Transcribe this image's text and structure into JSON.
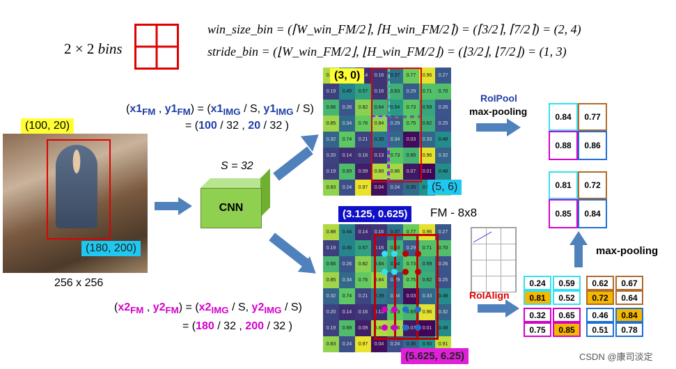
{
  "bins": {
    "label": "2 × 2",
    "label_italic": "bins"
  },
  "formulas": {
    "win_size": "win_size_bin = (⌈W_win_FM/2⌉, ⌈H_win_FM/2⌉) = (⌈3/2⌉, ⌈7/2⌉) = (2, 4)",
    "stride": "stride_bin = (⌊W_win_FM/2⌋, ⌊H_win_FM/2⌋) = (⌊3/2⌋, ⌊7/2⌋) = (1, 3)"
  },
  "input_image": {
    "top_left": "(100, 20)",
    "bottom_right": "(180, 200)",
    "size_label": "256 x 256"
  },
  "eq_top": {
    "l1_a": "(",
    "l1_x1": "x1",
    "l1_fm1": "FM",
    "l1_y1": "y1",
    "l1_fm2": "FM",
    "l1_b": ") = (",
    "l1_x1img": "x1",
    "l1_img1": "IMG",
    "l1_c": " / S, ",
    "l1_y1img": "y1",
    "l1_img2": "IMG",
    "l1_d": " / S)",
    "l2_a": "= (",
    "l2_v1": "100",
    "l2_b": " / 32 , ",
    "l2_v2": "20",
    "l2_c": " / 32 )"
  },
  "eq_bottom": {
    "l1_a": "(",
    "l1_x2": "x2",
    "l1_fm1": "FM",
    "l1_y2": "y2",
    "l1_fm2": "FM",
    "l1_b": ") = (",
    "l1_x2img": "x2",
    "l1_img1": "IMG",
    "l1_c": " / S, ",
    "l1_y2img": "y2",
    "l1_img2": "IMG",
    "l1_d": " / S)",
    "l2_a": "= (",
    "l2_v1": "180",
    "l2_b": " / 32 , ",
    "l2_v2": "200",
    "l2_c": " / 32 )"
  },
  "s_label": "S = 32",
  "cnn_label": "CNN",
  "fm_top": {
    "tl_tag": "(3, 0)",
    "br_tag": "(5, 6)"
  },
  "fm_bottom": {
    "tl_tag": "(3.125, 0.625)",
    "br_tag": "(5.625, 6.25)",
    "label": "FM - 8x8"
  },
  "fm_values": [
    [
      "0.88",
      "0.44",
      "0.14",
      "0.16",
      "0.37",
      "0.77",
      "0.96",
      "0.27"
    ],
    [
      "0.19",
      "0.45",
      "0.57",
      "0.16",
      "0.63",
      "0.29",
      "0.71",
      "0.70"
    ],
    [
      "0.66",
      "0.26",
      "0.82",
      "0.64",
      "0.54",
      "0.73",
      "0.59",
      "0.26"
    ],
    [
      "0.85",
      "0.34",
      "0.76",
      "0.84",
      "0.29",
      "0.75",
      "0.62",
      "0.25"
    ],
    [
      "0.32",
      "0.74",
      "0.21",
      "0.39",
      "0.34",
      "0.03",
      "0.33",
      "0.48"
    ],
    [
      "0.20",
      "0.14",
      "0.16",
      "0.13",
      "0.73",
      "0.65",
      "0.96",
      "0.32"
    ],
    [
      "0.19",
      "0.69",
      "0.09",
      "0.88",
      "0.86",
      "0.07",
      "0.01",
      "0.48"
    ],
    [
      "0.83",
      "0.24",
      "0.97",
      "0.04",
      "0.24",
      "0.35",
      "0.50",
      "0.91"
    ]
  ],
  "roipool": {
    "label1": "RoIPool",
    "label2": "max-pooling",
    "values": [
      "0.84",
      "0.77",
      "0.88",
      "0.86"
    ]
  },
  "roialign": {
    "label": "RoIAlign",
    "maxpool_label": "max-pooling",
    "result": [
      "0.81",
      "0.72",
      "0.85",
      "0.84"
    ],
    "samples": [
      [
        "0.24",
        "0.59",
        "0.62",
        "0.67"
      ],
      [
        "0.81",
        "0.52",
        "0.72",
        "0.64"
      ],
      [
        "0.32",
        "0.65",
        "0.46",
        "0.84"
      ],
      [
        "0.75",
        "0.85",
        "0.51",
        "0.78"
      ]
    ]
  },
  "watermark": "CSDN @康司淡定",
  "colors": {
    "red": "#e00000",
    "cyan": "#33e0f0",
    "brown": "#b06a2c",
    "blue": "#1f6fd0",
    "magenta": "#d400c8",
    "yellow": "#ffff33",
    "arrow": "#4f81bd"
  }
}
